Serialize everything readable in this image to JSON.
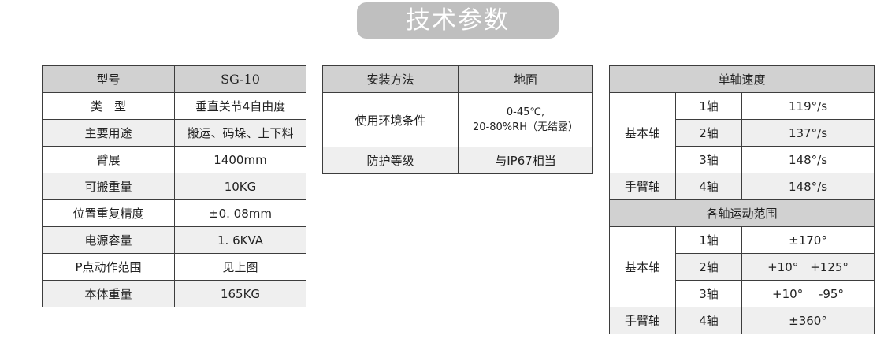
{
  "title": "技术参数",
  "spec_table": {
    "header": {
      "label": "型号",
      "value": "SG-10"
    },
    "rows": [
      {
        "label": "类　型",
        "value": "垂直关节4自由度"
      },
      {
        "label": "主要用途",
        "value": "搬运、码垛、上下料"
      },
      {
        "label": "臂展",
        "value": "1400mm"
      },
      {
        "label": "可搬重量",
        "value": "10KG"
      },
      {
        "label": "位置重复精度",
        "value": "±0. 08mm"
      },
      {
        "label": "电源容量",
        "value": "1. 6KVA"
      },
      {
        "label": "P点动作范围",
        "value": "见上图"
      },
      {
        "label": "本体重量",
        "value": "165KG"
      }
    ]
  },
  "install_table": {
    "header": {
      "label": "安装方法",
      "value": "地面"
    },
    "env": {
      "label": "使用环境条件",
      "value_line1": "0-45℃,",
      "value_line2": "20-80%RH（无结露）"
    },
    "protect": {
      "label": "防护等级",
      "value": "与IP67相当"
    }
  },
  "axis_table": {
    "speed_title": "单轴速度",
    "basic_axis": "基本轴",
    "arm_axis": "手臂轴",
    "speed_rows": [
      {
        "axis": "1轴",
        "value": "119°/s"
      },
      {
        "axis": "2轴",
        "value": "137°/s"
      },
      {
        "axis": "3轴",
        "value": "148°/s"
      },
      {
        "axis": "4轴",
        "value": "148°/s"
      }
    ],
    "range_title": "各轴运动范围",
    "range_rows": [
      {
        "axis": "1轴",
        "value": "±170°"
      },
      {
        "axis": "2轴",
        "value": "+10°　+125°"
      },
      {
        "axis": "3轴",
        "value": "+10°　 -95°"
      },
      {
        "axis": "4轴",
        "value": "±360°"
      }
    ]
  }
}
